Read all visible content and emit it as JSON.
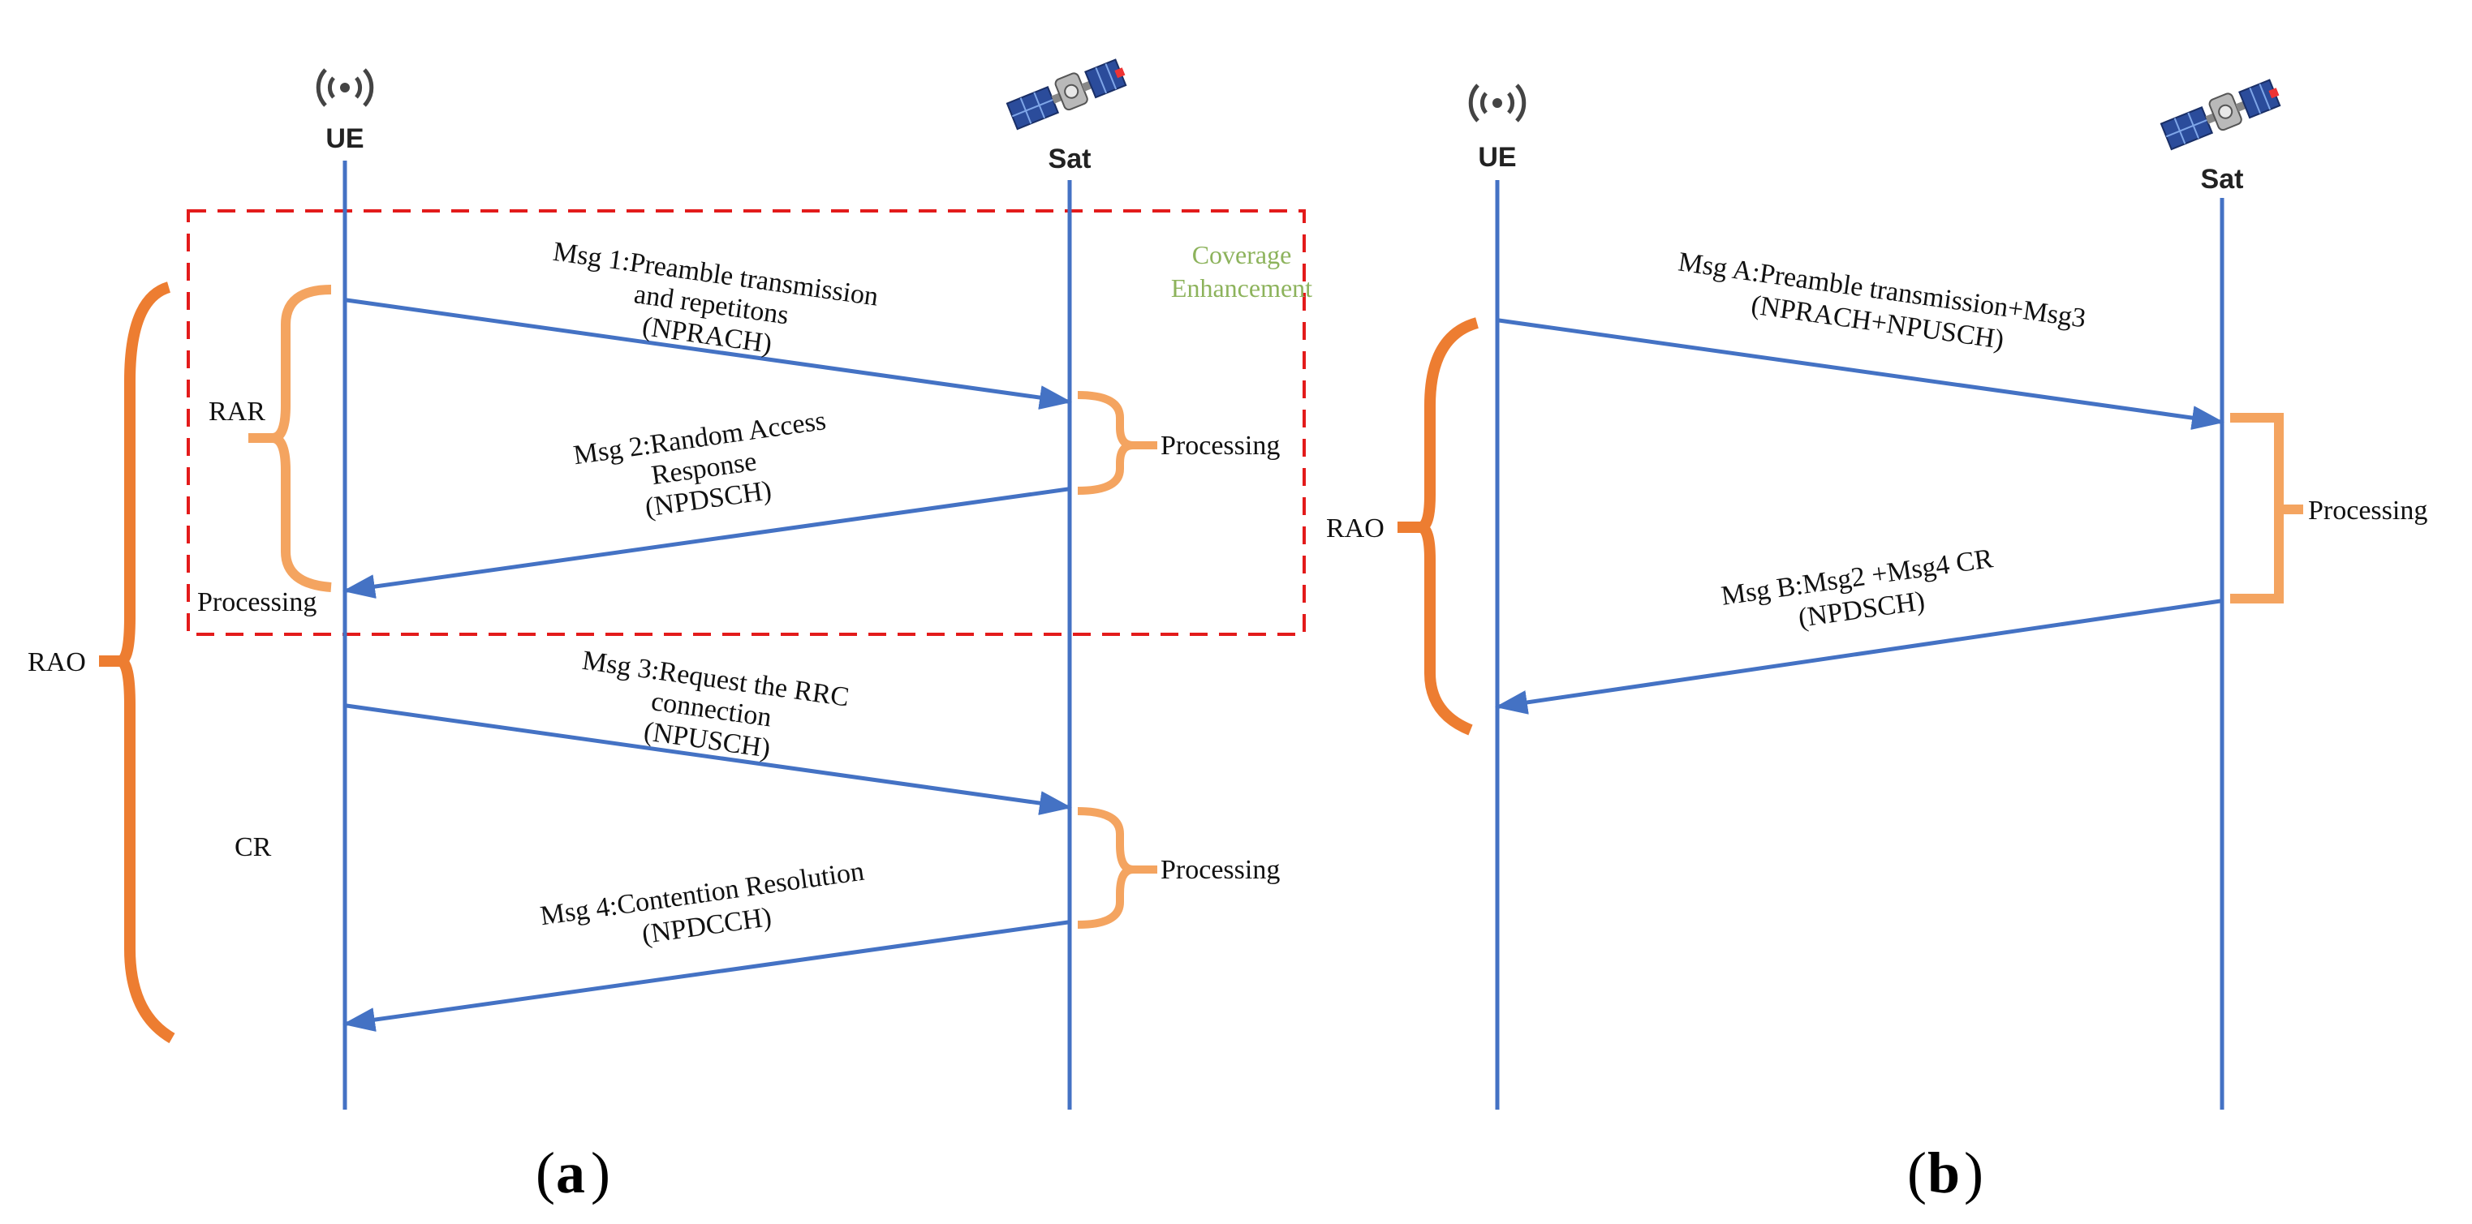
{
  "colors": {
    "lifeline": "#4472c4",
    "arrow": "#4472c4",
    "brace_dark": "#ed7d31",
    "brace_light": "#f4a460",
    "coverage_box": "#e31b1b",
    "coverage_text": "#8db35c"
  },
  "icons": {
    "ue": "antenna-signal-icon",
    "sat": "satellite-icon"
  },
  "panel_a": {
    "tag": "a",
    "ue_label": "UE",
    "sat_label": "Sat",
    "coverage_label": [
      "Coverage",
      "Enhancement"
    ],
    "msg1": [
      "Msg 1:Preamble transmission",
      "and repetitons",
      "(NPRACH)"
    ],
    "msg2": [
      "Msg 2:Random Access",
      "Response",
      "(NPDSCH)"
    ],
    "msg3": [
      "Msg 3:Request the RRC",
      "connection",
      "(NPUSCH)"
    ],
    "msg4": [
      "Msg 4:Contention Resolution",
      "(NPDCCH)"
    ],
    "processing_sat_1": "Processing",
    "processing_sat_2": "Processing",
    "processing_ue": "Processing",
    "rar": "RAR",
    "rao": "RAO",
    "cr": "CR"
  },
  "panel_b": {
    "tag": "b",
    "ue_label": "UE",
    "sat_label": "Sat",
    "msgA": [
      "Msg A:Preamble transmission+Msg3",
      "(NPRACH+NPUSCH)"
    ],
    "msgB": [
      "Msg B:Msg2 +Msg4 CR",
      "(NPDSCH)"
    ],
    "processing_sat": "Processing",
    "rao": "RAO"
  }
}
